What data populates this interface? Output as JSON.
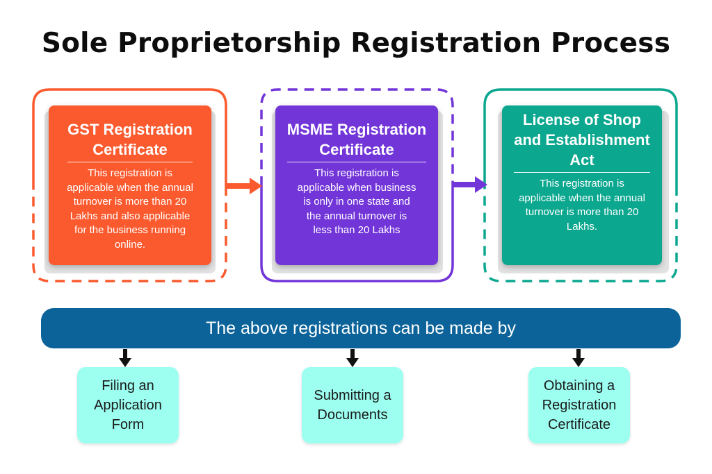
{
  "title": "Sole Proprietorship Registration Process",
  "colors": {
    "gst": "#fa5a2e",
    "msme": "#7235d8",
    "shop": "#0ba78f",
    "banner": "#0b6399",
    "method": "#9cfff0"
  },
  "steps": [
    {
      "heading_line1": "GST Registration",
      "heading_line2": "Certificate",
      "desc": [
        "This registration is",
        "applicable when the annual",
        "turnover is more than 20",
        "Lakhs and also applicable",
        "for the business running",
        "online."
      ]
    },
    {
      "heading_line1": "MSME Registration",
      "heading_line2": "Certificate",
      "desc": [
        "This registration is",
        "applicable when business",
        "is only in one state and",
        "the annual turnover is",
        "less than 20 Lakhs"
      ]
    },
    {
      "heading_line1": "License of Shop",
      "heading_line2": "and Establishment",
      "heading_line3": "Act",
      "desc": [
        "This registration is",
        "applicable when the annual",
        "turnover is more than 20",
        "Lakhs."
      ]
    }
  ],
  "banner_text": "The above registrations can be made by",
  "methods": [
    {
      "lines": [
        "Filing an",
        "Application",
        "Form"
      ]
    },
    {
      "lines": [
        "Submitting a",
        "Documents"
      ]
    },
    {
      "lines": [
        "Obtaining a",
        "Registration",
        "Certificate"
      ]
    }
  ]
}
